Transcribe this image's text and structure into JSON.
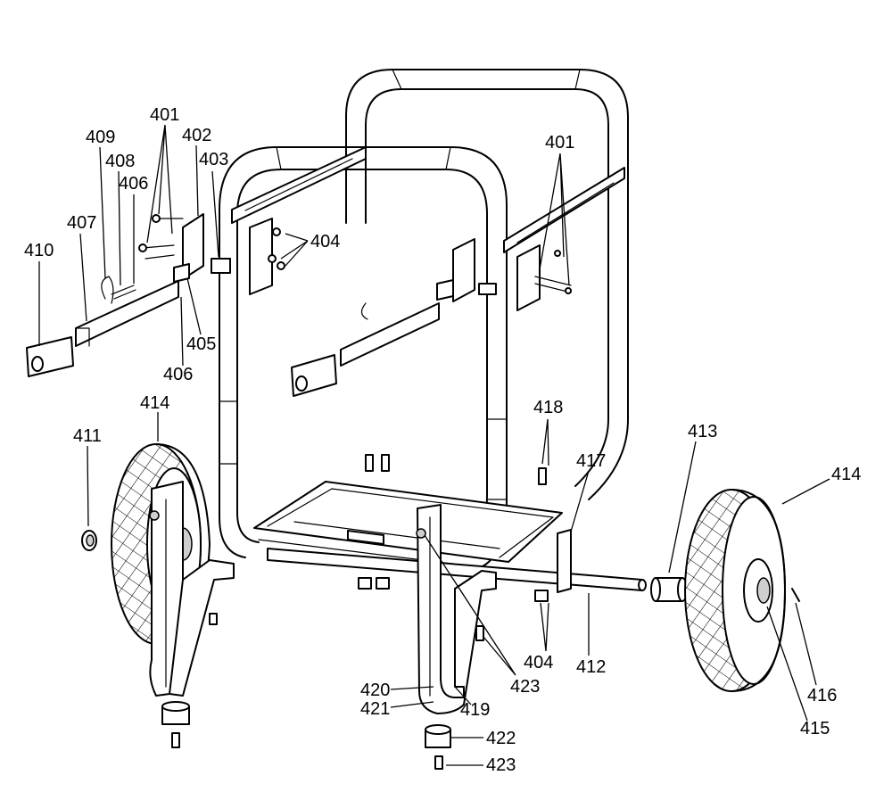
{
  "callouts": [
    {
      "key": "c401a",
      "text": "401"
    },
    {
      "key": "c402",
      "text": "402"
    },
    {
      "key": "c403",
      "text": "403"
    },
    {
      "key": "c409",
      "text": "409"
    },
    {
      "key": "c408",
      "text": "408"
    },
    {
      "key": "c406a",
      "text": "406"
    },
    {
      "key": "c407",
      "text": "407"
    },
    {
      "key": "c410",
      "text": "410"
    },
    {
      "key": "c405",
      "text": "405"
    },
    {
      "key": "c406b",
      "text": "406"
    },
    {
      "key": "c404a",
      "text": "404"
    },
    {
      "key": "c401b",
      "text": "401"
    },
    {
      "key": "c411",
      "text": "411"
    },
    {
      "key": "c414a",
      "text": "414"
    },
    {
      "key": "c418",
      "text": "418"
    },
    {
      "key": "c413",
      "text": "413"
    },
    {
      "key": "c414b",
      "text": "414"
    },
    {
      "key": "c417",
      "text": "417"
    },
    {
      "key": "c404b",
      "text": "404"
    },
    {
      "key": "c412",
      "text": "412"
    },
    {
      "key": "c423a",
      "text": "423"
    },
    {
      "key": "c416",
      "text": "416"
    },
    {
      "key": "c415",
      "text": "415"
    },
    {
      "key": "c420",
      "text": "420"
    },
    {
      "key": "c421",
      "text": "421"
    },
    {
      "key": "c419",
      "text": "419"
    },
    {
      "key": "c422",
      "text": "422"
    },
    {
      "key": "c423b",
      "text": "423"
    }
  ],
  "colors": {
    "line": "#000000",
    "part_shade": "#cfcfcf",
    "background": "#ffffff"
  }
}
